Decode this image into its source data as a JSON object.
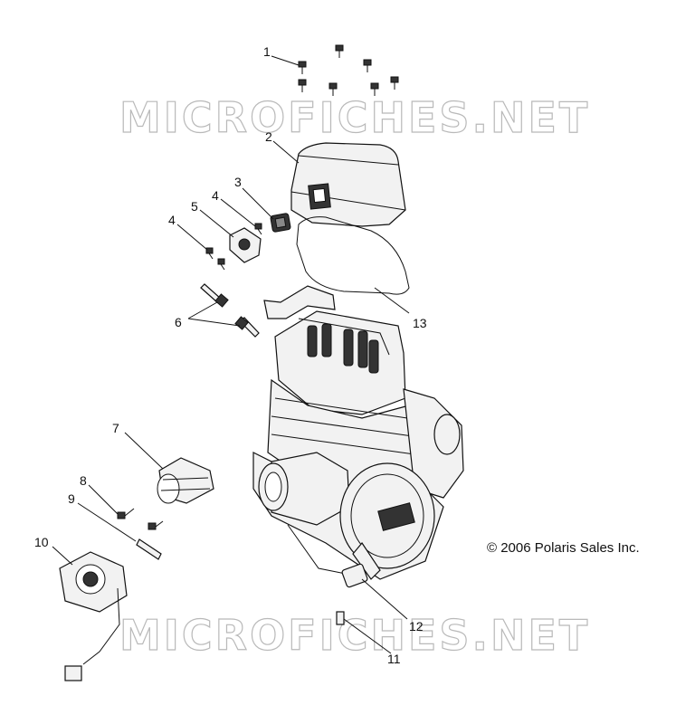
{
  "watermarks": {
    "top": "MICROFICHES.NET",
    "bottom": "MICROFICHES.NET"
  },
  "copyright": "© 2006 Polaris Sales Inc.",
  "callouts": {
    "c1": "1",
    "c2": "2",
    "c3": "3",
    "c4a": "4",
    "c4b": "4",
    "c5": "5",
    "c6": "6",
    "c7": "7",
    "c8": "8",
    "c9": "9",
    "c10": "10",
    "c11": "11",
    "c12": "12",
    "c13": "13"
  }
}
